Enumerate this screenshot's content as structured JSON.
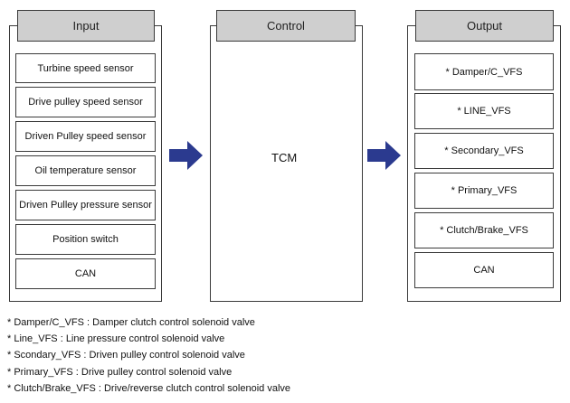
{
  "input": {
    "title": "Input",
    "items": [
      "Turbine speed sensor",
      "Drive pulley speed sensor",
      "Driven Pulley speed sensor",
      "Oil temperature sensor",
      "Driven Pulley pressure sensor",
      "Position switch",
      "CAN"
    ]
  },
  "control": {
    "title": "Control",
    "label": "TCM"
  },
  "output": {
    "title": "Output",
    "items": [
      "* Damper/C_VFS",
      "* LINE_VFS",
      "* Secondary_VFS",
      "* Primary_VFS",
      "* Clutch/Brake_VFS",
      "CAN"
    ]
  },
  "colors": {
    "arrow": "#2b3a8f",
    "header": "#cfcfcf",
    "border": "#3a3a3a"
  },
  "notes": [
    "* Damper/C_VFS : Damper clutch control solenoid valve",
    "* Line_VFS : Line pressure control solenoid valve",
    "* Scondary_VFS : Driven pulley control solenoid valve",
    "* Primary_VFS :  Drive pulley control solenoid valve",
    "* Clutch/Brake_VFS : Drive/reverse clutch control solenoid valve"
  ]
}
